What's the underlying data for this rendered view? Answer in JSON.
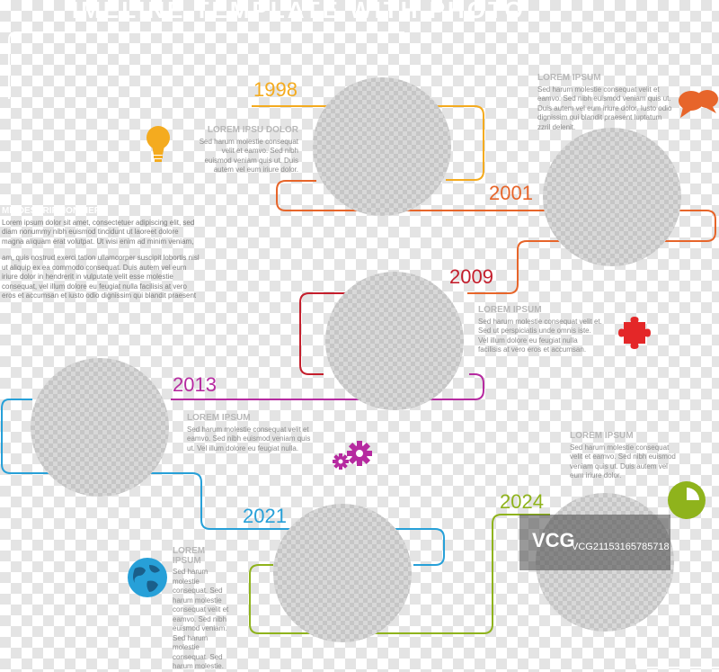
{
  "title": "IMELINE TEMPLATE WITH PHOTO",
  "milestones": [
    {
      "year": "1998",
      "color": "#f4ab1f",
      "heading": "LOREM IPSU DOLOR",
      "body": "Sed harum molestie consequat velit et eamvo. Sed nibh euismod veniam quis ut. Duis autem vel eum iriure dolor."
    },
    {
      "year": "2001",
      "color": "#e7652a",
      "heading": "LOREM IPSUM",
      "body": "Sed harum molestie consequat velit et eamvo. Sed nibh euismod veniam quis ut. Duis autem vel eum iriure dolor. Iusto odio dignissim qui blandit praesent luptatum zzril delenit."
    },
    {
      "year": "2009",
      "color": "#c41e2c",
      "heading": "LOREM IPSUM",
      "body": "Sed harum molestie consequat velit et. Sed ut perspiciatis unde omnis iste. Vel illum dolore eu feugiat nulla facilisis at vero eros et accumsan."
    },
    {
      "year": "2013",
      "color": "#b62aa0",
      "heading": "LOREM IPSUM",
      "body": "Sed harum molestie consequat velit et eamvo. Sed nibh euismod veniam quis ut. Vel illum dolore eu feugiat nulla."
    },
    {
      "year": "2021",
      "color": "#27a0d8",
      "heading": "LOREM IPSUM",
      "body": "Sed harum molestie consequat. Sed harum molestie consequat velit et eamvo. Sed nibh euismod veniam. Sed harum molestie consequat. Sed harum molestie."
    },
    {
      "year": "2024",
      "color": "#8fb31c",
      "heading": "LOREM IPSUM",
      "body": "Sed harum molestie consequat velit et eamvo. Sed nibh euismod veniam quis ut. Duis autem vel eum iriure dolor."
    }
  ],
  "description": {
    "heading": "ME DESCRIPTION HERE",
    "para1": "Lorem ipsum dolor sit amet, consectetuer adipiscing elit, sed diam nonummy nibh euismod tincidunt ut laoreet dolore magna aliquam erat volutpat. Ut wisi enim ad minim veniam,",
    "para2": "am, quis nostrud exerci tation ullamcorper suscipit lobortis nisl ut aliquip ex ea commodo consequat. Duis autem vel eum iriure dolor in hendrerit in vulputate velit esse molestie consequat, vel illum dolore eu feugiat nulla facilisis at vero eros et accumsan et iusto odio dignissim qui blandit praesent"
  },
  "icons": {
    "bulb": {
      "name": "lightbulb-icon",
      "color": "#f4ab1f"
    },
    "chat": {
      "name": "speech-bubbles-icon",
      "color": "#e7652a"
    },
    "puzzle": {
      "name": "puzzle-piece-icon",
      "color": "#e42728"
    },
    "gears": {
      "name": "gears-icon",
      "color": "#b62aa0"
    },
    "globe": {
      "name": "globe-icon",
      "color": "#27a0d8"
    },
    "pie": {
      "name": "pie-chart-icon",
      "color": "#8fb31c"
    }
  },
  "watermark": {
    "logo": "VCG",
    "id": "VCG21153165785718"
  }
}
